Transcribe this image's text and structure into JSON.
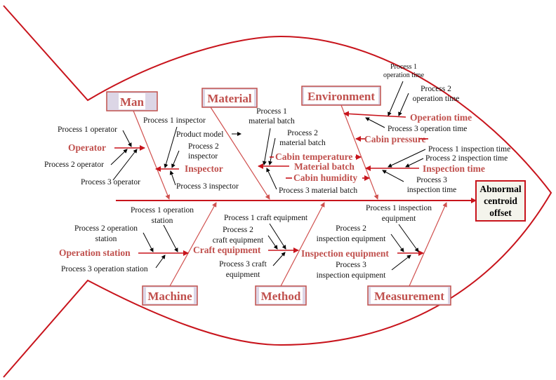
{
  "diagram": {
    "type": "fishbone",
    "effect": {
      "lines": [
        "Abnormal",
        "centroid",
        "offset"
      ]
    },
    "colors": {
      "outline": "#c8141c",
      "category_text": "#c0504d",
      "category_box_fill": "#dcd6e6",
      "leaf_text": "#111111"
    },
    "categories": {
      "man": {
        "label": "Man",
        "causes": {
          "operator": {
            "label": "Operator",
            "subcauses": [
              "Process 1 operator",
              "Process 2 operator",
              "Process 3 operator"
            ]
          },
          "inspector": {
            "label": "Inspector",
            "subcauses": [
              "Process 1 inspector",
              "Process 2",
              "inspector",
              "Process 3 inspector"
            ]
          }
        }
      },
      "material": {
        "label": "Material",
        "product_model": "Product model",
        "causes": {
          "material_batch": {
            "label": "Material batch",
            "subcauses": [
              "Process 1",
              "material batch",
              "Process 2",
              "material batch",
              "Process 3 material batch"
            ]
          }
        }
      },
      "environment": {
        "label": "Environment",
        "causes": {
          "operation_time": {
            "label": "Operation time",
            "subcauses": [
              "Process 1",
              "operation time",
              "Process 2",
              "operation time",
              "Process 3 operation time"
            ]
          },
          "cabin_pressure": {
            "label": "Cabin pressure"
          },
          "cabin_temperature": {
            "label": "Cabin temperature"
          },
          "cabin_humidity": {
            "label": "Cabin humidity"
          },
          "inspection_time": {
            "label": "Inspection time",
            "subcauses": [
              "Process 1 inspection time",
              "Process 2 inspection time",
              "Process 3",
              "inspection time"
            ]
          }
        }
      },
      "machine": {
        "label": "Machine",
        "causes": {
          "operation_station": {
            "label": "Operation station",
            "subcauses": [
              "Process 1 operation",
              "station",
              "Process 2 operation",
              "station",
              "Process 3 operation station"
            ]
          }
        }
      },
      "method": {
        "label": "Method",
        "causes": {
          "craft_equipment": {
            "label": "Craft equipment",
            "subcauses": [
              "Process 1 craft equipment",
              "Process 2",
              "craft equipment",
              "Process 3 craft",
              "equipment"
            ]
          }
        }
      },
      "measurement": {
        "label": "Measurement",
        "causes": {
          "inspection_equipment": {
            "label": "Inspection equipment",
            "subcauses": [
              "Process 1 inspection",
              "equipment",
              "Process 2",
              "inspection equipment",
              "Process 3",
              "inspection equipment"
            ]
          }
        }
      }
    }
  }
}
